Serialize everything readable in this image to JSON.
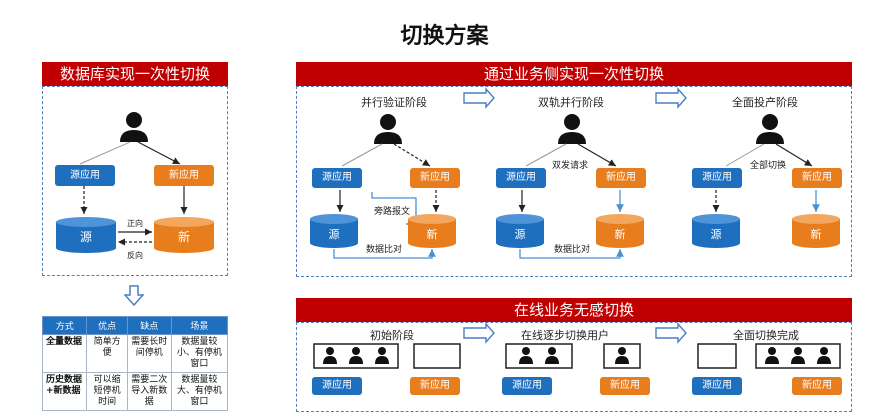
{
  "title": "切换方案",
  "left_panel": {
    "header": "数据库实现一次性切换",
    "app_old": "源应用",
    "app_new": "新应用",
    "db_old": "源",
    "db_new": "新",
    "forward_label": "正向",
    "reverse_label": "反向"
  },
  "table": {
    "headers": [
      "方式",
      "优点",
      "缺点",
      "场景"
    ],
    "rows": [
      [
        "全量数据",
        "简单方便",
        "需要长时间停机",
        "数据量较小、有停机窗口"
      ],
      [
        "历史数据+新数据",
        "可以缩短停机时间",
        "需要二次导入新数据",
        "数据量较大、有停机窗口"
      ]
    ]
  },
  "top_panel": {
    "header": "通过业务侧实现一次性切换",
    "stages": [
      "并行验证阶段",
      "双轨并行阶段",
      "全面投产阶段"
    ],
    "app_old": "源应用",
    "app_new": "新应用",
    "db_old": "源",
    "db_new": "新",
    "bypass_label": "旁路报文",
    "compare_label": "数据比对",
    "dual_send_label": "双发请求",
    "compare_label_2": "数据比对",
    "full_switch_label": "全部切换"
  },
  "bottom_panel": {
    "header": "在线业务无感切换",
    "stages": [
      "初始阶段",
      "在线逐步切换用户",
      "全面切换完成"
    ],
    "app_old": "源应用",
    "app_new": "新应用"
  },
  "colors": {
    "red": "#c00000",
    "blue": "#1f6fbf",
    "orange": "#e87d1e",
    "dash": "#4a7fc1"
  }
}
